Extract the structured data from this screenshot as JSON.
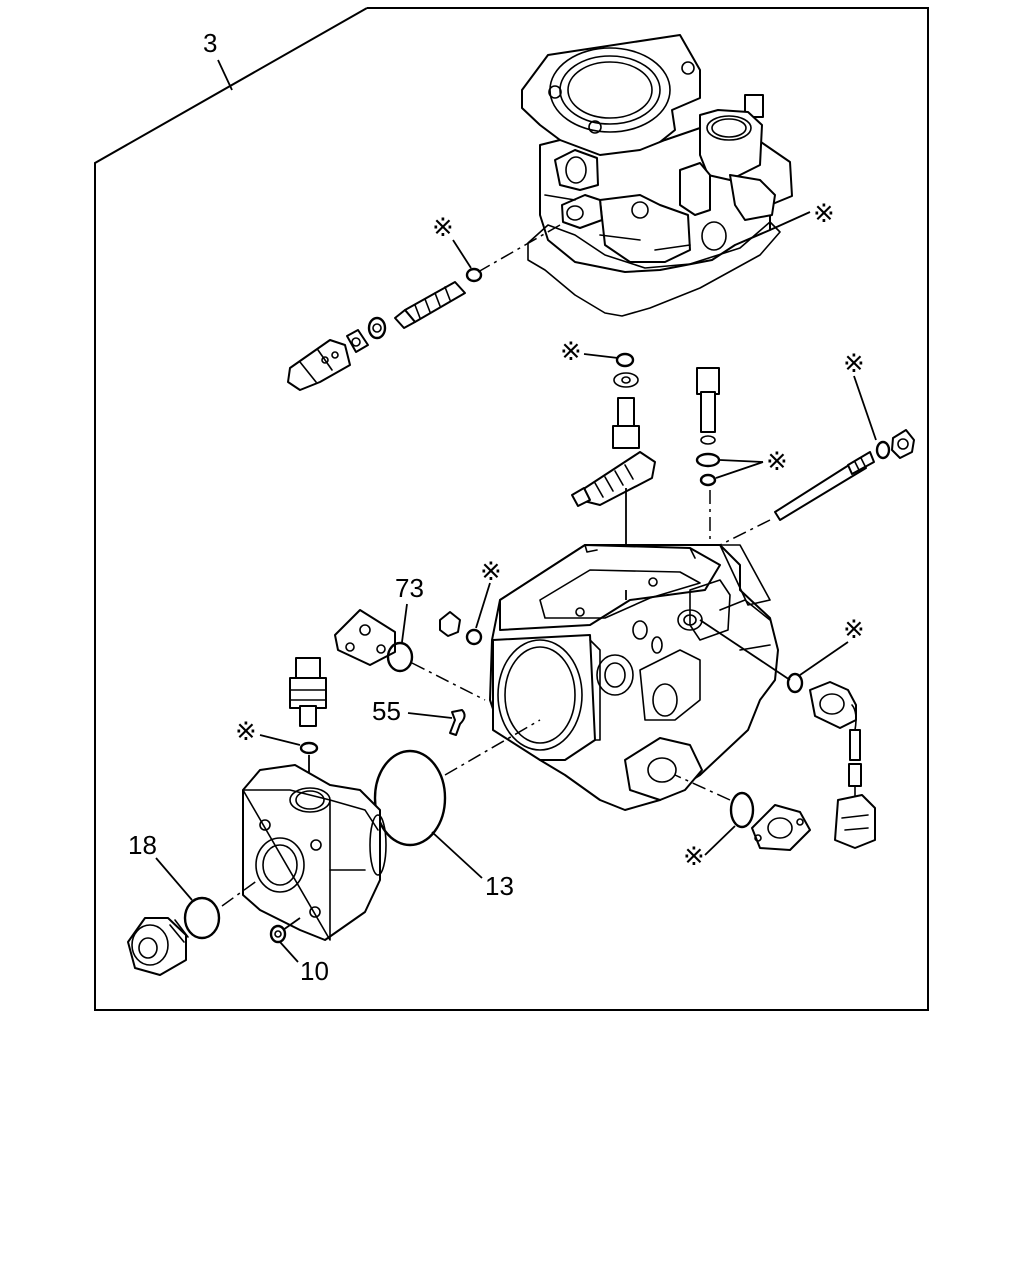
{
  "callouts": {
    "assembly": "3",
    "gasket_upper_left": "73",
    "clip": "55",
    "o_ring_large": "13",
    "o_ring_plug": "18",
    "nut_small": "10"
  },
  "marks": {
    "kit_mark": "※"
  },
  "colors": {
    "line": "#000000",
    "background": "#ffffff"
  }
}
